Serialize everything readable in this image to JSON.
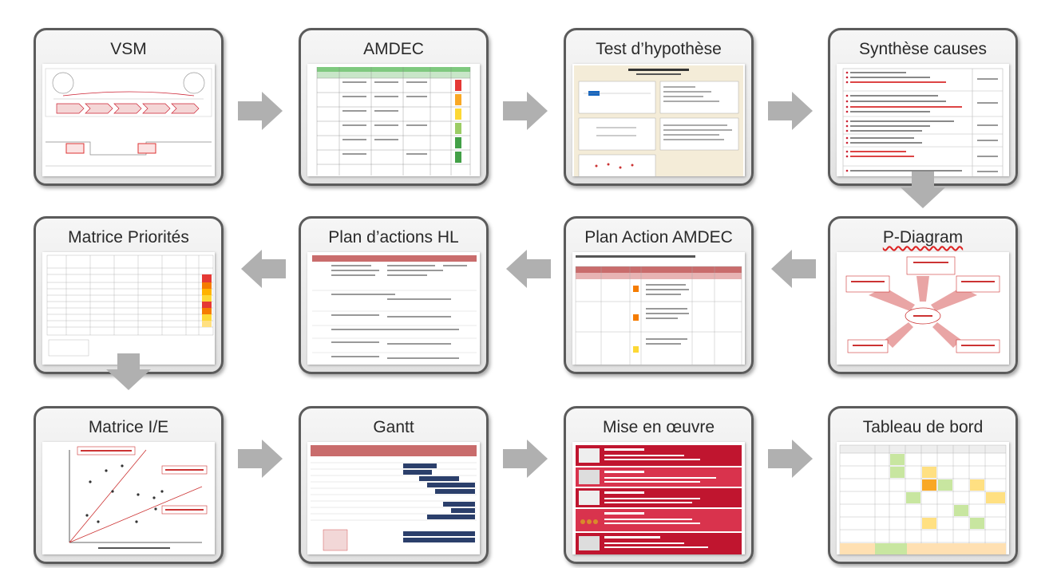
{
  "steps": [
    {
      "title": "VSM",
      "thumb": "vsm-thumbnail"
    },
    {
      "title": "AMDEC",
      "thumb": "amdec-thumbnail"
    },
    {
      "title": "Test d’hypothèse",
      "thumb": "hypothesis-test-thumbnail"
    },
    {
      "title": "Synthèse causes",
      "thumb": "cause-synthesis-thumbnail"
    },
    {
      "title": "Matrice Priorités",
      "thumb": "priority-matrix-thumbnail"
    },
    {
      "title": "Plan d’actions HL",
      "thumb": "hl-action-plan-thumbnail"
    },
    {
      "title": "Plan Action AMDEC",
      "thumb": "amdec-action-plan-thumbnail"
    },
    {
      "title": "P-Diagram",
      "thumb": "p-diagram-thumbnail"
    },
    {
      "title": "Matrice I/E",
      "thumb": "ie-matrix-thumbnail"
    },
    {
      "title": "Gantt",
      "thumb": "gantt-thumbnail"
    },
    {
      "title": "Mise en œuvre",
      "thumb": "implementation-thumbnail"
    },
    {
      "title": "Tableau de bord",
      "thumb": "dashboard-thumbnail"
    }
  ],
  "colors": {
    "card_border": "#5b5b5b",
    "arrow": "#b0b0b0",
    "accent_red": "#c0152f"
  }
}
